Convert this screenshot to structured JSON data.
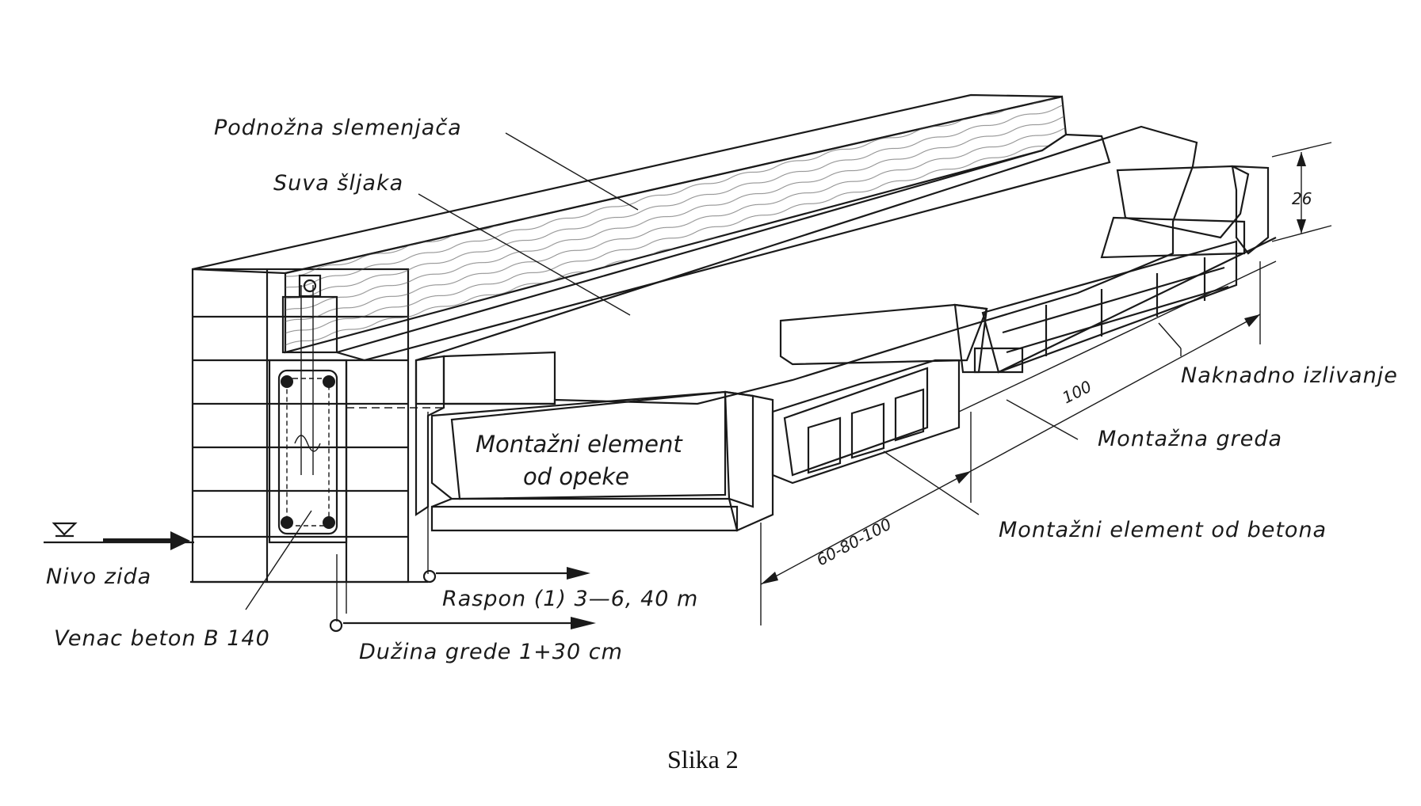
{
  "figure": {
    "caption": "Slika 2",
    "labels": {
      "podnozna": "Podnožna slemenjača",
      "suva": "Suva šljaka",
      "naknadno": "Naknadno izlivanje",
      "montazna_greda": "Montažna greda",
      "montazni_beton": "Montažni element od betona",
      "montazni_opeka_1": "Montažni element",
      "montazni_opeka_2": "od opeke",
      "nivo": "Nivo zida",
      "venac": "Venac beton B 140",
      "raspon": "Raspon (1) 3—6, 40 m",
      "duzina": "Dužina grede 1+30 cm"
    },
    "dimensions": {
      "height": "26",
      "module": "100",
      "spacing": "60-80-100"
    }
  },
  "colors": {
    "ink": "#1a1a1a",
    "paper": "#ffffff",
    "wood": "#efe9df",
    "wall": "#f6f2ec"
  }
}
